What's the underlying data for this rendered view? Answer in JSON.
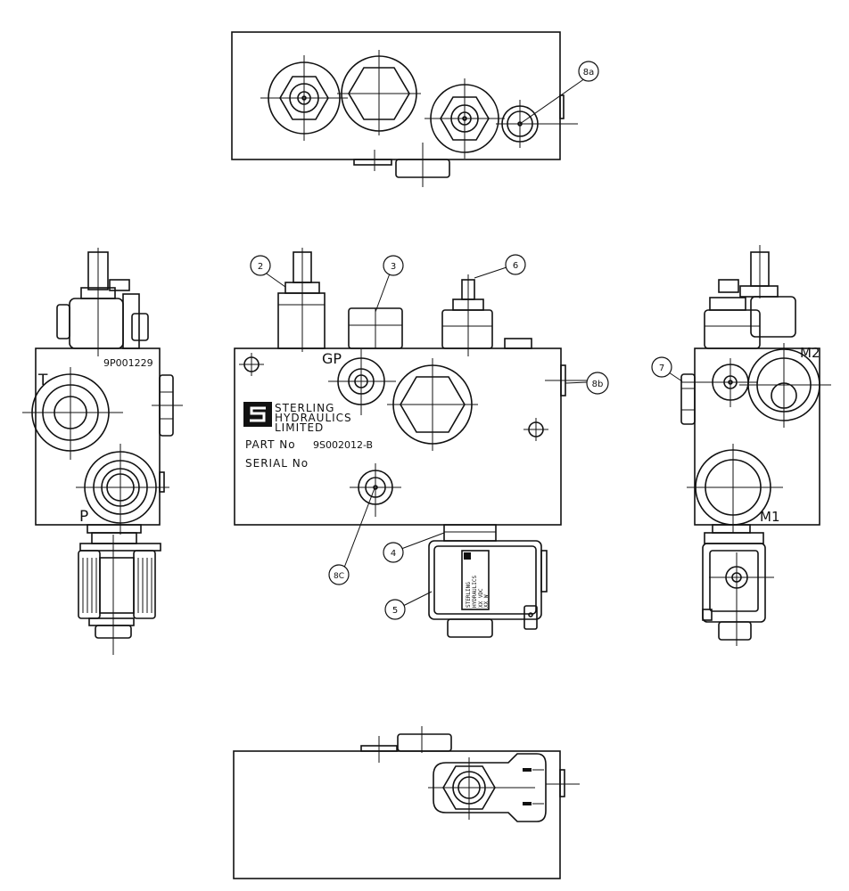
{
  "callouts": {
    "c2": "2",
    "c3": "3",
    "c4": "4",
    "c5": "5",
    "c6": "6",
    "c7": "7",
    "c8a": "8a",
    "c8b": "8b",
    "c8c": "8C"
  },
  "left_view": {
    "code": "9P001229",
    "port_t": "T",
    "port_p": "P"
  },
  "front_view": {
    "port_gp": "GP",
    "brand_line1": "STERLING",
    "brand_line2": "HYDRAULICS",
    "brand_line3": "LIMITED",
    "part_label": "PART No",
    "part_number": "9S002012-B",
    "serial_label": "SERIAL No"
  },
  "right_view": {
    "port_m2": "M2",
    "port_m1": "M1"
  },
  "coil_label": {
    "line1": "STERLING",
    "line2": "HYDRAULICS",
    "line3": "XX VDC",
    "line4": "XX W"
  }
}
